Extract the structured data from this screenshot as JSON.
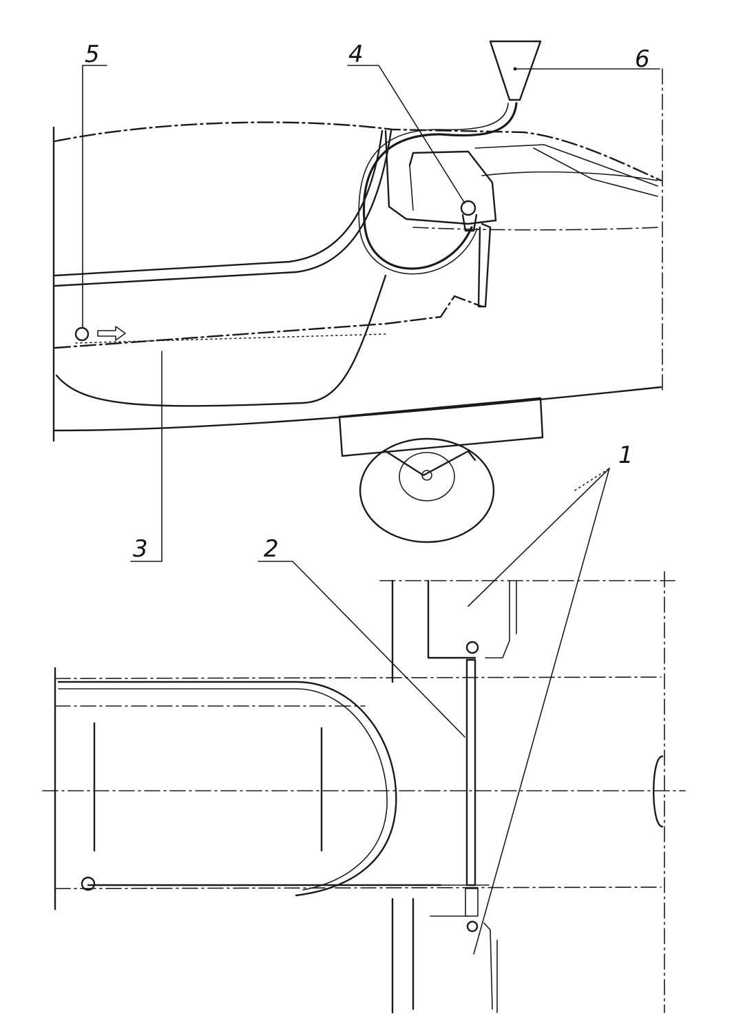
{
  "callouts": {
    "c1": "1",
    "c2": "2",
    "c3": "3",
    "c4": "4",
    "c5": "5",
    "c6": "6"
  },
  "colors": {
    "ink": "#1a1a1a",
    "paper": "#ffffff"
  }
}
